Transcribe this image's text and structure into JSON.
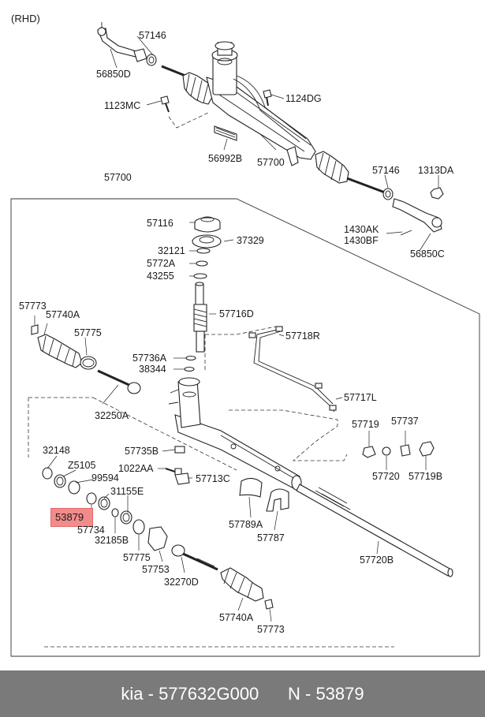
{
  "diagram": {
    "variant": "(RHD)",
    "labels": {
      "l57146_top": "57146",
      "l56850D": "56850D",
      "l1123MC": "1123MC",
      "l1124DG": "1124DG",
      "l56992B": "56992B",
      "l57700_top": "57700",
      "l57146_right": "57146",
      "l1313DA": "1313DA",
      "l1430AK": "1430AK",
      "l1430BF": "1430BF",
      "l56850C": "56850C",
      "l57700_group": "57700",
      "l57116": "57116",
      "l37329": "37329",
      "l32121": "32121",
      "l5772A": "5772A",
      "l43255": "43255",
      "l57773_top": "57773",
      "l57740A_top": "57740A",
      "l57775_top": "57775",
      "l57716D": "57716D",
      "l57718R": "57718R",
      "l57736A": "57736A",
      "l38344": "38344",
      "l32250A": "32250A",
      "l57717L": "57717L",
      "l57719": "57719",
      "l57737": "57737",
      "l57720": "57720",
      "l57719B": "57719B",
      "l32148": "32148",
      "lZ5105": "Z5105",
      "l57735B": "57735B",
      "l1022AA": "1022AA",
      "l99594": "99594",
      "l57713C": "57713C",
      "l31155E": "31155E",
      "l53879": "53879",
      "l57734": "57734",
      "l32185B": "32185B",
      "l57789A": "57789A",
      "l57787": "57787",
      "l57775_bottom": "57775",
      "l57753": "57753",
      "l32270D": "32270D",
      "l57720B": "57720B",
      "l57740A_bottom": "57740A",
      "l57773_bottom": "57773"
    },
    "highlighted_part": "53879",
    "highlight_color": "#f28b8b"
  },
  "footer": {
    "brand": "kia",
    "part_number": "577632G000",
    "sep": "N",
    "item_number": "53879",
    "background": "#7a7a7a"
  }
}
